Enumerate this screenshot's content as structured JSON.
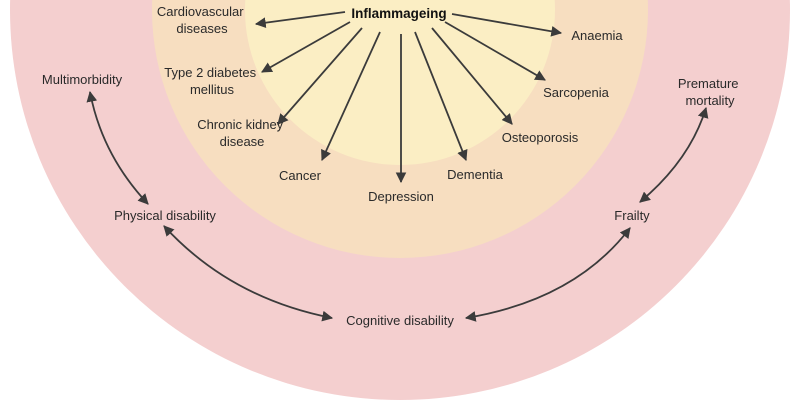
{
  "colors": {
    "outer_ring": "#f4cfcf",
    "middle_ring": "#f7dec0",
    "inner_core": "#fbeec4",
    "arrow": "#3b3b3b",
    "text": "#2a2a2a"
  },
  "hub": "Inflammageing",
  "diseases": {
    "cardiovascular": [
      "Cardiovascular",
      "diseases"
    ],
    "type2_diabetes": [
      "Type 2 diabetes",
      "mellitus"
    ],
    "chronic_kidney": [
      "Chronic kidney",
      "disease"
    ],
    "cancer": "Cancer",
    "depression": "Depression",
    "dementia": "Dementia",
    "osteoporosis": "Osteoporosis",
    "sarcopenia": "Sarcopenia",
    "anaemia": "Anaemia"
  },
  "outcomes": {
    "multimorbidity": "Multimorbidity",
    "physical_disability": "Physical disability",
    "cognitive_disability": "Cognitive disability",
    "frailty": "Frailty",
    "premature_mortality": [
      "Premature",
      "mortality"
    ]
  }
}
